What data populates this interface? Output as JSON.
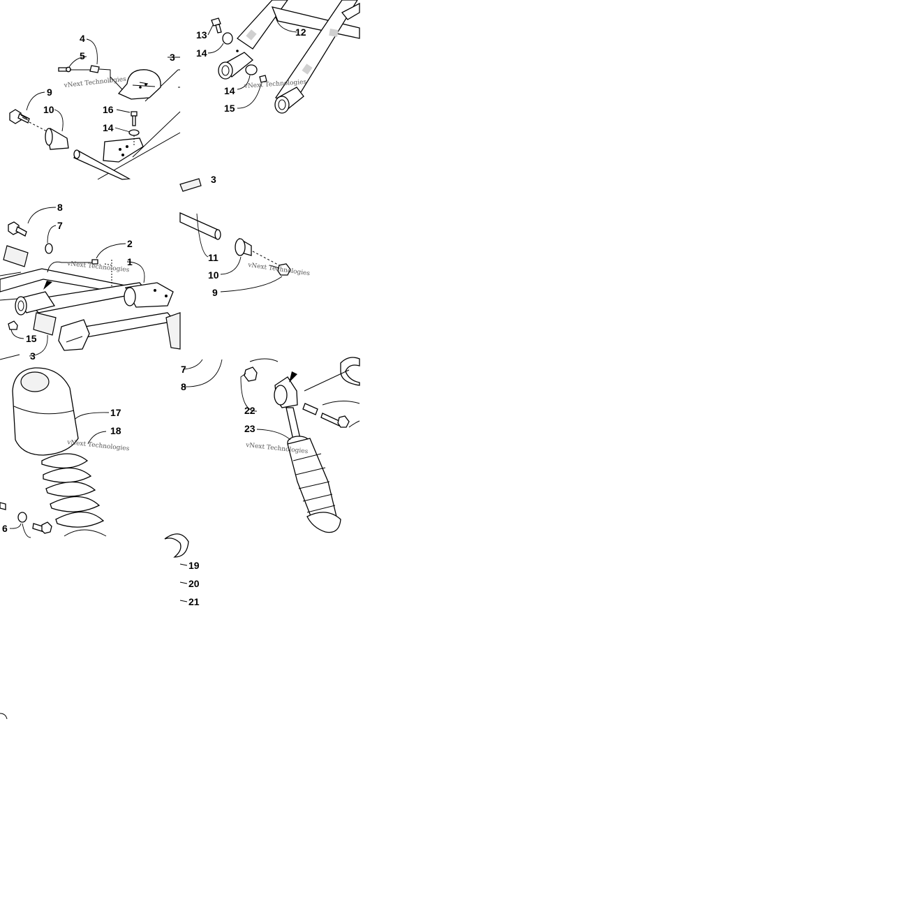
{
  "watermark": "vNext Technologies",
  "tiles": [
    {
      "id": "top-left",
      "callouts": [
        {
          "name": "callout-4",
          "text": "4"
        },
        {
          "name": "callout-5",
          "text": "5"
        },
        {
          "name": "callout-3",
          "text": "3"
        },
        {
          "name": "callout-9",
          "text": "9"
        },
        {
          "name": "callout-10",
          "text": "10"
        },
        {
          "name": "callout-16",
          "text": "16"
        },
        {
          "name": "callout-14",
          "text": "14"
        }
      ]
    },
    {
      "id": "top-right",
      "callouts": [
        {
          "name": "callout-13",
          "text": "13"
        },
        {
          "name": "callout-12",
          "text": "12"
        },
        {
          "name": "callout-14-a",
          "text": "14"
        },
        {
          "name": "callout-14-b",
          "text": "14"
        },
        {
          "name": "callout-15",
          "text": "15"
        }
      ]
    },
    {
      "id": "middle-left",
      "callouts": [
        {
          "name": "callout-8",
          "text": "8"
        },
        {
          "name": "callout-7",
          "text": "7"
        },
        {
          "name": "callout-2",
          "text": "2"
        },
        {
          "name": "callout-1",
          "text": "1"
        },
        {
          "name": "callout-15",
          "text": "15"
        },
        {
          "name": "callout-3",
          "text": "3"
        }
      ]
    },
    {
      "id": "middle-right",
      "callouts": [
        {
          "name": "callout-3-partial",
          "text": "3"
        },
        {
          "name": "callout-11",
          "text": "11"
        },
        {
          "name": "callout-10",
          "text": "10"
        },
        {
          "name": "callout-9",
          "text": "9"
        }
      ]
    },
    {
      "id": "bottom-left",
      "callouts": [
        {
          "name": "callout-17",
          "text": "17"
        },
        {
          "name": "callout-18",
          "text": "18"
        },
        {
          "name": "callout-6",
          "text": "6"
        }
      ]
    },
    {
      "id": "bottom-right",
      "callouts": [
        {
          "name": "callout-7",
          "text": "7"
        },
        {
          "name": "callout-8",
          "text": "8"
        },
        {
          "name": "callout-22",
          "text": "22"
        },
        {
          "name": "callout-23",
          "text": "23"
        }
      ]
    },
    {
      "id": "bottom-strip",
      "callouts": [
        {
          "name": "callout-19",
          "text": "19"
        },
        {
          "name": "callout-20",
          "text": "20"
        },
        {
          "name": "callout-21",
          "text": "21"
        }
      ]
    }
  ]
}
